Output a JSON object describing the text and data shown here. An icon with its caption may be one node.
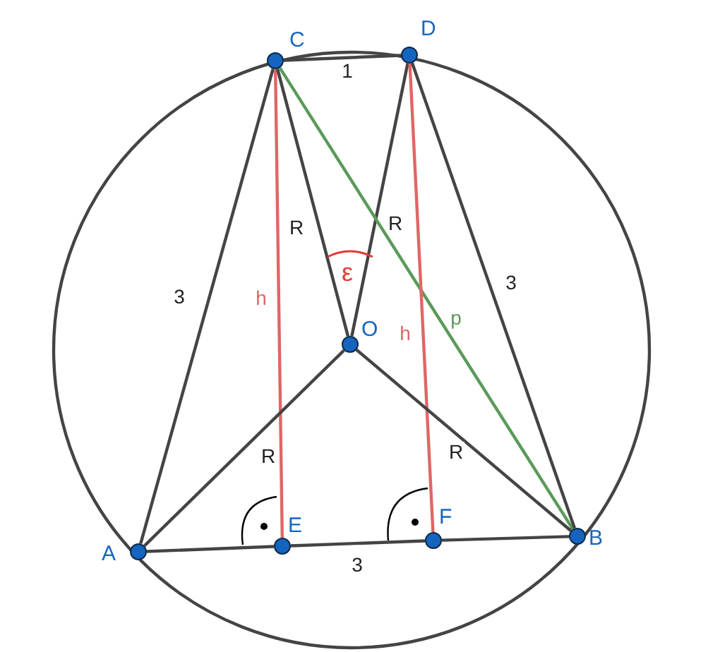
{
  "diagram": {
    "nodes": [
      {
        "text": [],
        "shape": "circle",
        "beside": [
          "C"
        ]
      },
      {
        "text": [],
        "shape": "circle",
        "beside": [
          "D"
        ]
      },
      {
        "text": [],
        "shape": "circle",
        "beside": [
          "O"
        ]
      },
      {
        "text": [],
        "shape": "circle",
        "beside": [
          "A"
        ]
      },
      {
        "text": [],
        "shape": "circle",
        "beside": [
          "E"
        ]
      },
      {
        "text": [],
        "shape": "circle",
        "beside": [
          "F"
        ]
      },
      {
        "text": [],
        "shape": "circle",
        "beside": [
          "B"
        ]
      }
    ],
    "edges": [
      {
        "from": 0,
        "to": 1,
        "arrow": "none",
        "label": "1"
      },
      {
        "from": 3,
        "to": 0,
        "arrow": "none",
        "label": "3"
      },
      {
        "from": 0,
        "to": 4,
        "arrow": "none",
        "label": "h",
        "color": "#e06666"
      },
      {
        "from": 0,
        "to": 2,
        "arrow": "none",
        "label": "R"
      },
      {
        "from": 1,
        "to": 2,
        "arrow": "none",
        "label": "R"
      },
      {
        "from": 0,
        "to": 6,
        "arrow": "none",
        "label": "p",
        "color": "#5a9a5a"
      },
      {
        "from": 1,
        "to": 5,
        "arrow": "none",
        "label": "h",
        "color": "#e06666"
      },
      {
        "from": 1,
        "to": 6,
        "arrow": "none",
        "label": "3"
      },
      {
        "from": 3,
        "to": 2,
        "arrow": "none",
        "label": "R"
      },
      {
        "from": 2,
        "to": 6,
        "arrow": "none",
        "label": "R"
      },
      {
        "from": 3,
        "to": 4,
        "arrow": "none"
      },
      {
        "from": 4,
        "to": 5,
        "arrow": "none",
        "label": "3"
      },
      {
        "from": 5,
        "to": 6,
        "arrow": "none"
      }
    ],
    "labels": [
      "ε"
    ]
  }
}
